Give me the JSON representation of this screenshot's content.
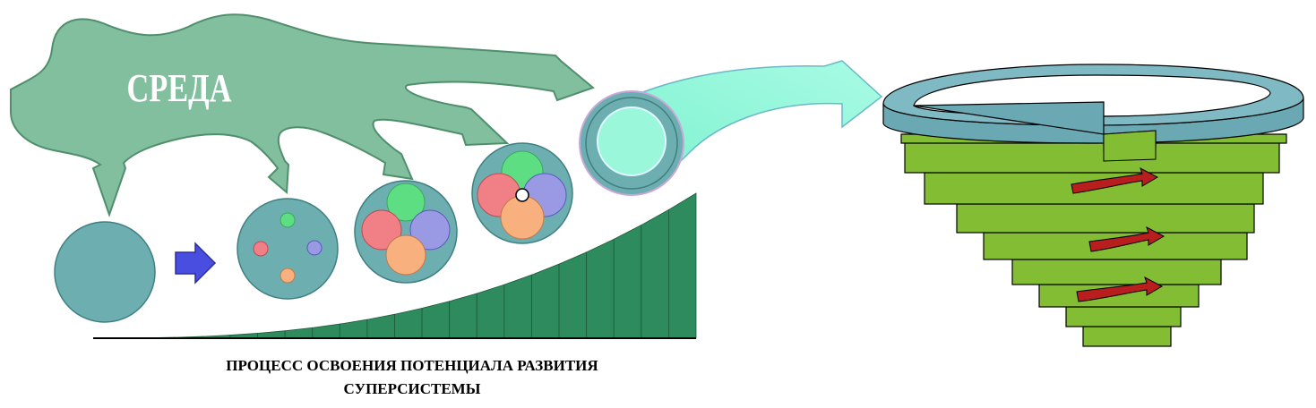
{
  "diagram": {
    "environment_label": "СРЕДА",
    "caption_line1": "ПРОЦЕСС ОСВОЕНИЯ ПОТЕНЦИАЛА РАЗВИТИЯ",
    "caption_line2": "СУПЕРСИСТЕМЫ"
  },
  "colors": {
    "cloud": "#82bf9f",
    "system_circle": "#6daeb0",
    "cyan_arrow": "#9af7d9",
    "growth_bars": "#2e8b5e",
    "spiral_green": "#82bd34",
    "spiral_top": "#6aa9b4",
    "red_arrow": "#b81e1e",
    "blue_arrow": "#4a4ee0",
    "sub_green": "#5ede82",
    "sub_blue": "#9a9ae4",
    "sub_red": "#f07f86",
    "sub_orange": "#f8b07e"
  }
}
